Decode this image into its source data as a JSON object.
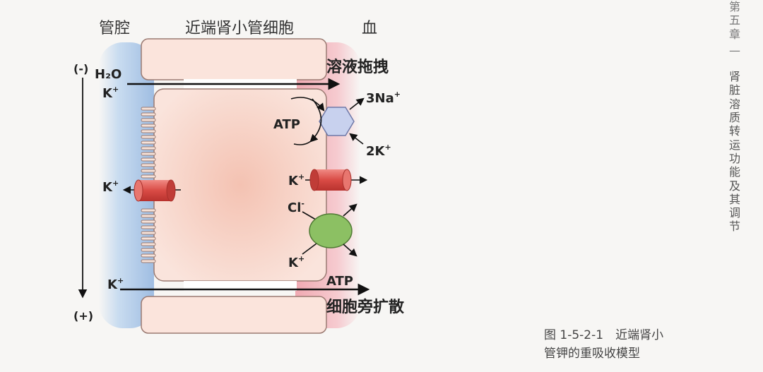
{
  "headers": {
    "lumen": "管腔",
    "cell": "近端肾小管细胞",
    "blood": "血"
  },
  "labels": {
    "minus": "(-)",
    "plus": "(+)",
    "h2o": "H₂O",
    "k_top": "K",
    "solvent_drag": "溶液拖拽",
    "na3": "3Na",
    "atp_pump": "ATP",
    "k2": "2K",
    "k_apical": "K",
    "k_baso": "K",
    "cl": "Cl",
    "k_cotrans": "K",
    "k_bottom": "K",
    "atp_bottom": "ATP",
    "paracellular": "细胞旁扩散"
  },
  "side_text": {
    "chapter": "第五章",
    "dash": "—",
    "title": "肾脏溶质转运功能及其调节"
  },
  "caption": {
    "line1": "图 1-5-2-1　近端肾小",
    "line2": "管钾的重吸收模型"
  },
  "colors": {
    "lumen_blue": "#a8c5e6",
    "blood_red": "#f3b8bf",
    "cell_fill": "#f6d3c6",
    "pump_hex": "#c8d1ee",
    "channel_red": "#e15a54",
    "cotransporter_green": "#8cc063"
  }
}
